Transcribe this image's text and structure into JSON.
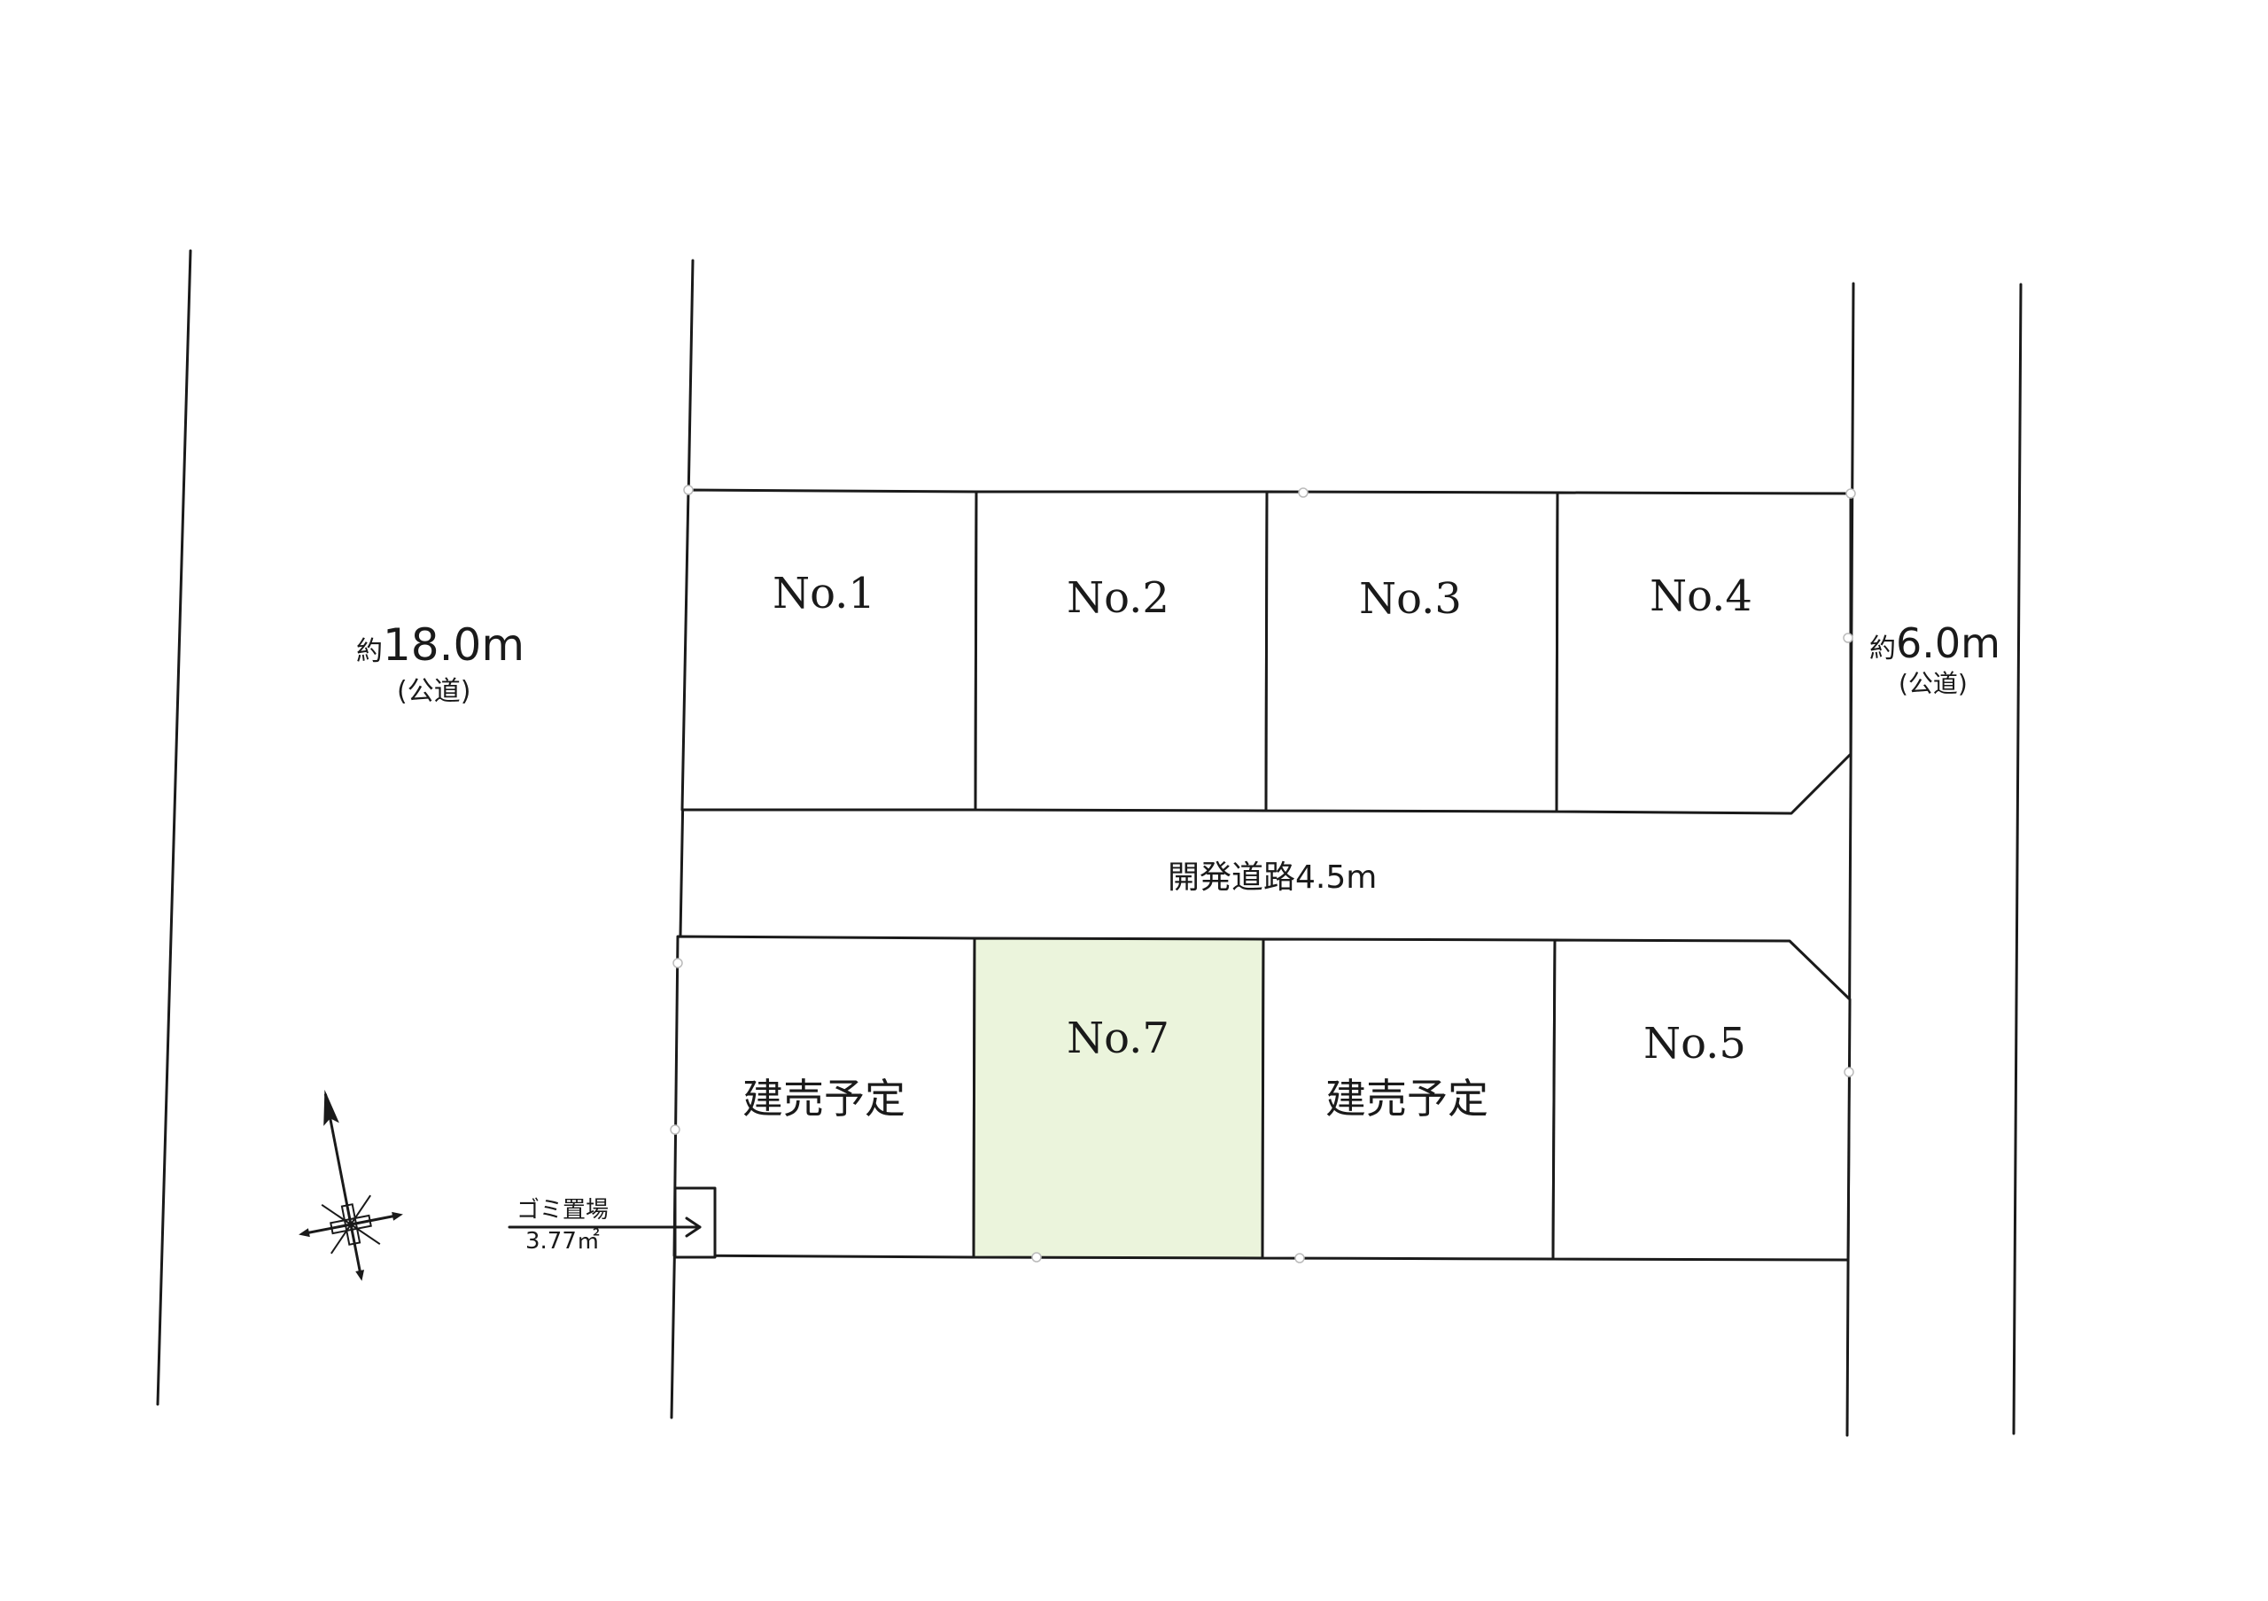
{
  "roads": {
    "west": {
      "approx": "約",
      "width": "18.0m",
      "kind": "(公道)"
    },
    "east": {
      "approx": "約",
      "width": "6.0m",
      "kind": "(公道)"
    },
    "development_road": "開発道路4.5m"
  },
  "lots": [
    {
      "id": "lot-1",
      "label": "No.1"
    },
    {
      "id": "lot-2",
      "label": "No.2"
    },
    {
      "id": "lot-3",
      "label": "No.3"
    },
    {
      "id": "lot-4",
      "label": "No.4"
    },
    {
      "id": "lot-a",
      "label": "建売予定"
    },
    {
      "id": "lot-7",
      "label": "No.7",
      "highlighted": true
    },
    {
      "id": "lot-b",
      "label": "建売予定"
    },
    {
      "id": "lot-5",
      "label": "No.5"
    }
  ],
  "garbage": {
    "label": "ゴミ置場",
    "area": "3.77㎡"
  },
  "compass": {
    "icon": "north-arrow-icon"
  },
  "colors": {
    "highlight": "#ebf4dc",
    "line": "#1a1a1a"
  }
}
